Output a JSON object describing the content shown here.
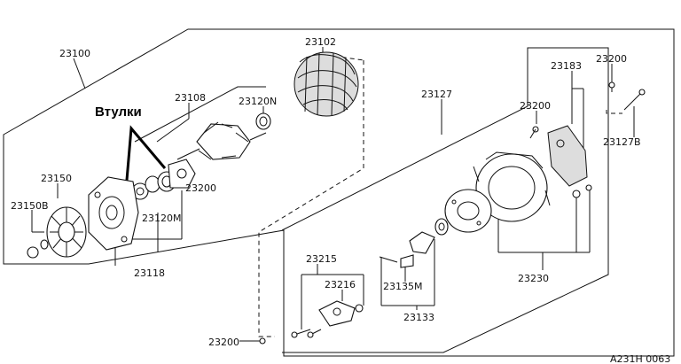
{
  "annotation": {
    "text": "Втулки"
  },
  "labels": {
    "p23100": "23100",
    "p23102": "23102",
    "p23108": "23108",
    "p23120N": "23120N",
    "p23120M": "23120M",
    "p23118": "23118",
    "p23150": "23150",
    "p23150B": "23150B",
    "p23200_a": "23200",
    "p23200_b": "23200",
    "p23200_c": "23200",
    "p23200_d": "23200",
    "p23127": "23127",
    "p23127B": "23127B",
    "p23183": "23183",
    "p23230": "23230",
    "p23215": "23215",
    "p23216": "23216",
    "p23135M": "23135M",
    "p23133": "23133"
  },
  "figure_code": "A231H 0063"
}
